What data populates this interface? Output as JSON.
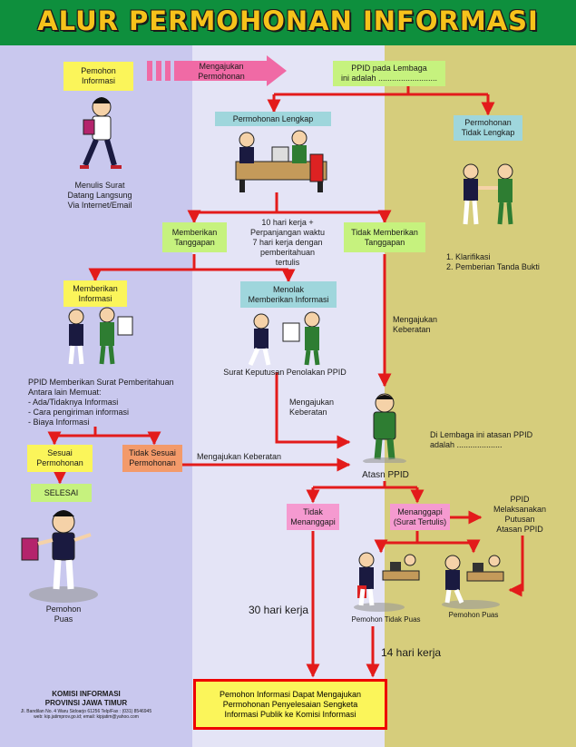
{
  "title": "ALUR PERMOHONAN INFORMASI",
  "boxes": {
    "pemohon": "Pemohon\nInformasi",
    "mengajukan": "Mengajukan Permohonan",
    "ppid_lembaga": "PPID pada Lembaga\nini adalah ..........................",
    "lengkap": "Permohonan Lengkap",
    "tidak_lengkap": "Permohonan\nTidak Lengkap",
    "memberikan_tanggapan": "Memberikan\nTanggapan",
    "tidak_memberikan": "Tidak Memberikan\nTanggapan",
    "memberikan_informasi": "Memberikan\nInformasi",
    "menolak": "Menolak\nMemberikan Informasi",
    "sesuai": "Sesuai\nPermohonan",
    "tidak_sesuai": "Tidak Sesuai\nPermohonan",
    "selesai": "SELESAI",
    "tidak_menanggapi": "Tidak\nMenanggapi",
    "menanggapi": "Menanggapi\n(Surat Tertulis)",
    "final": "Pemohon Informasi Dapat Mengajukan\nPermohonan Penyelesaian Sengketa\nInformasi Publik ke Komisi Informasi"
  },
  "texts": {
    "menulis": "Menulis Surat\nDatang Langsung\nVia Internet/Email",
    "waktu": "10 hari kerja +\nPerpanjangan waktu\n7 hari kerja dengan\npemberitahuan\ntertulis",
    "klarifikasi": "1. Klarifikasi\n2. Pemberian Tanda Bukti",
    "mengajukan_keberatan_right": "Mengajukan\nKeberatan",
    "surat_keputusan": "Surat Keputusan Penolakan PPID",
    "mengajukan_keberatan_mid": "Mengajukan\nKeberatan",
    "ppid_memberikan": "PPID Memberikan Surat Pemberitahuan\nAntara lain Memuat:\n- Ada/Tidaknya Informasi\n- Cara pengiriman informasi\n- Biaya Informasi",
    "di_lembaga": "Di Lembaga ini atasan PPID\nadalah ....................",
    "mengajukan_keberatan_bottom": "Mengajukan Keberatan",
    "atasan_ppid": "Atasn PPID",
    "ppid_melaksanakan": "PPID\nMelaksanakan\nPutusan\nAtasan PPID",
    "pemohon_puas_left": "Pemohon\nPuas",
    "pemohon_tidak_puas": "Pemohon Tidak Puas",
    "pemohon_puas_right": "Pemohon Puas",
    "hari30": "30 hari kerja",
    "hari14": "14 hari kerja",
    "komisi": "KOMISI INFORMASI\nPROVINSI JAWA TIMUR",
    "alamat": "Jl. Bandilan No. 4 Waru Sidoarjo 61256 Telp/Fax : (031) 8546945\nweb: kip.jatimprov.go.id; email: kipjatim@yahoo.com"
  },
  "colors": {
    "header": "#0e8f3d",
    "title": "#f6c21b",
    "arrow": "#e31b1b",
    "yellow": "#fbf55a",
    "green": "#c6f27e",
    "teal": "#9fd6dc",
    "pink": "#f59ad0",
    "orange": "#f39a6a"
  }
}
